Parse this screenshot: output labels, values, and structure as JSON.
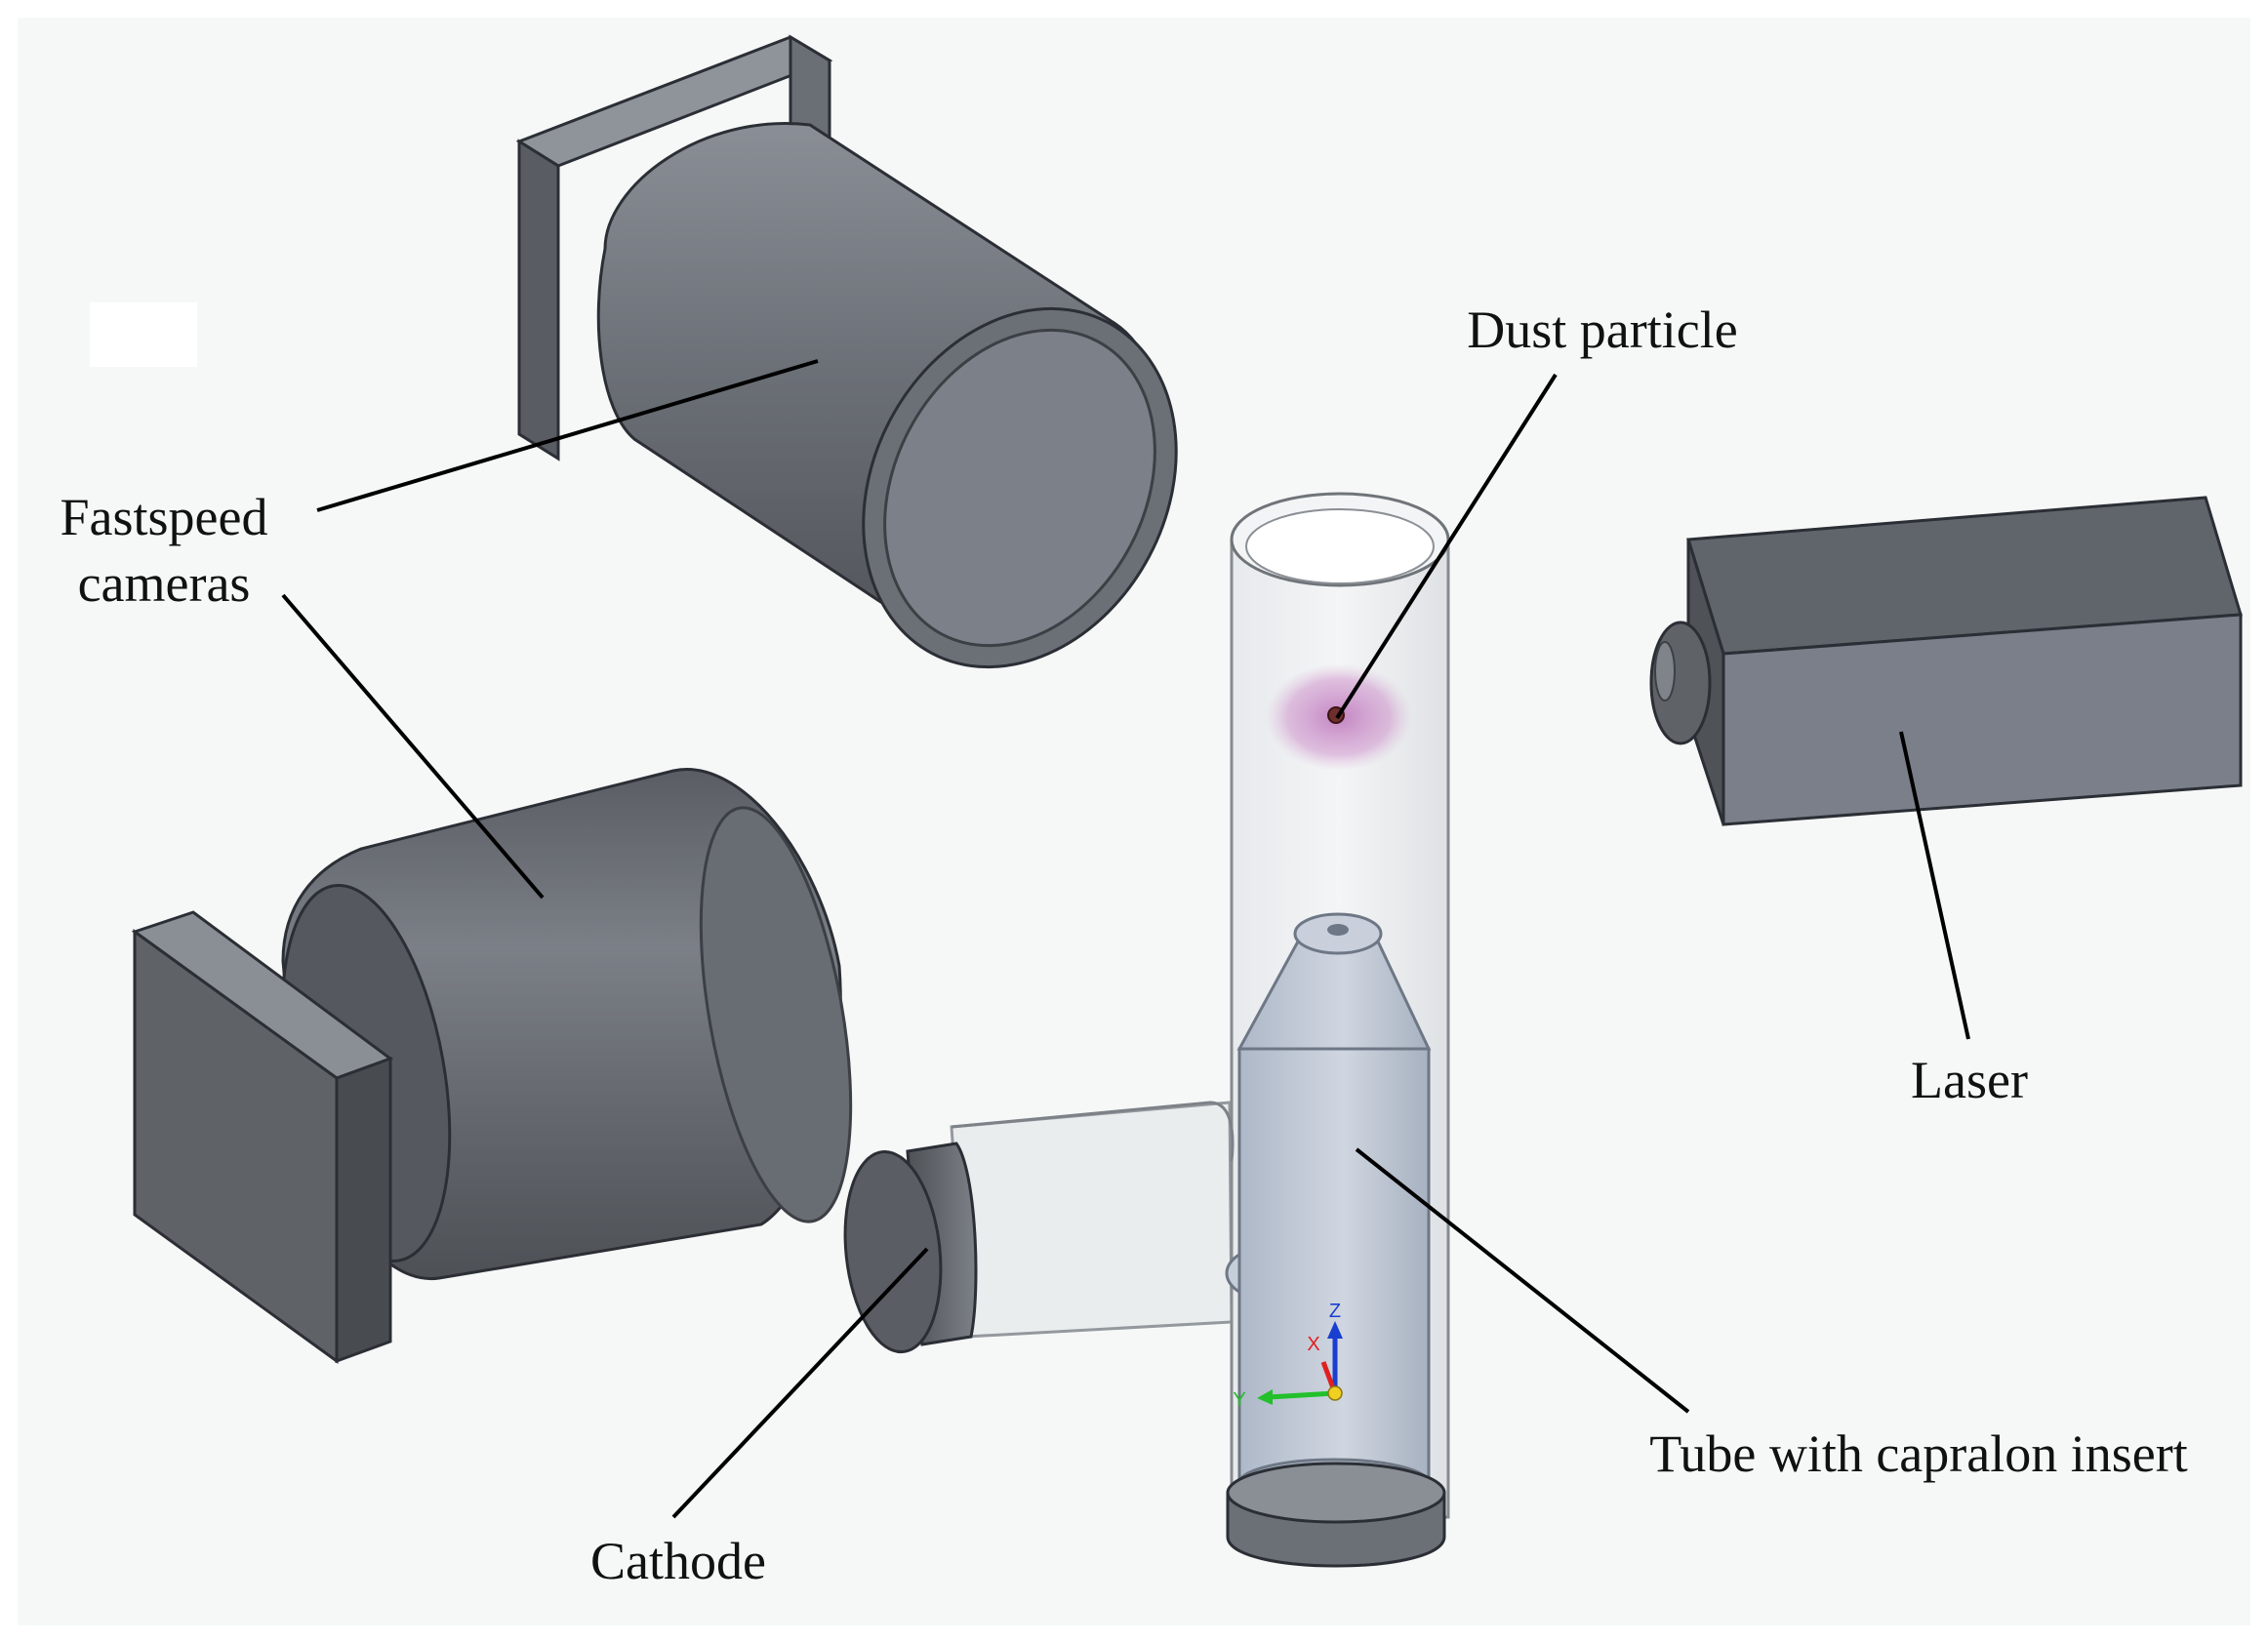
{
  "labels": {
    "fastspeed_line1": "Fastspeed",
    "fastspeed_line2": "cameras",
    "dust_particle": "Dust particle",
    "laser": "Laser",
    "tube": "Tube with capralon insert",
    "cathode": "Cathode"
  },
  "axes_triad": {
    "z": "Z",
    "x": "X",
    "y": "Y"
  },
  "colors": {
    "background": "#f6f8f8",
    "camera_body": "#5f6368",
    "camera_face": "#7a7e87",
    "laser_body": "#7a7f8a",
    "insert": "#b9c3d2",
    "dust_halo": "#b35fb0",
    "axis_z": "#1a3fd0",
    "axis_x": "#e02020",
    "axis_y": "#22c02a"
  }
}
